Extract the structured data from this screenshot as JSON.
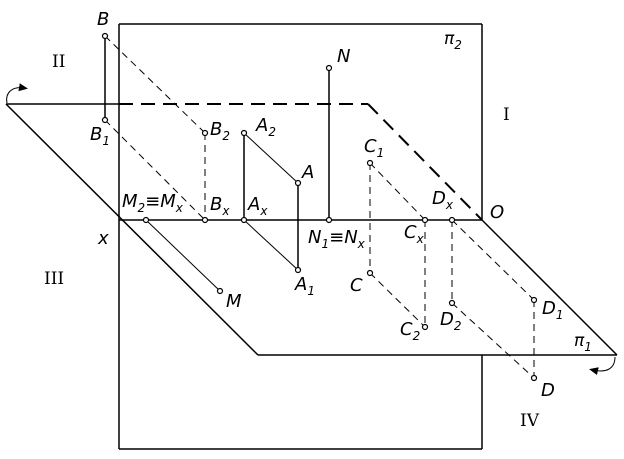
{
  "labels": {
    "q1": "I",
    "q2": "II",
    "q3": "III",
    "q4": "IV",
    "pi2": "π",
    "pi2_sub": "2",
    "pi1": "π",
    "pi1_sub": "1",
    "x": "x",
    "o": "O",
    "B": "B",
    "B1": "B",
    "B1_sub": "1",
    "B2": "B",
    "B2_sub": "2",
    "Bx": "B",
    "Bx_sub": "x",
    "A": "A",
    "A1": "A",
    "A1_sub": "1",
    "A2": "A",
    "A2_sub": "2",
    "Ax": "A",
    "Ax_sub": "x",
    "N": "N",
    "N1Nx_a": "N",
    "N1Nx_a_sub": "1",
    "N1Nx_eq": "≡",
    "N1Nx_b": "N",
    "N1Nx_b_sub": "x",
    "M": "M",
    "M2Mx_a": "M",
    "M2Mx_a_sub": "2",
    "M2Mx_eq": "≡",
    "M2Mx_b": "M",
    "M2Mx_b_sub": "x",
    "C": "C",
    "C1": "C",
    "C1_sub": "1",
    "C2": "C",
    "C2_sub": "2",
    "Cx": "C",
    "Cx_sub": "x",
    "D": "D",
    "D1": "D",
    "D1_sub": "1",
    "D2": "D",
    "D2_sub": "2",
    "Dx": "D",
    "Dx_sub": "x"
  }
}
